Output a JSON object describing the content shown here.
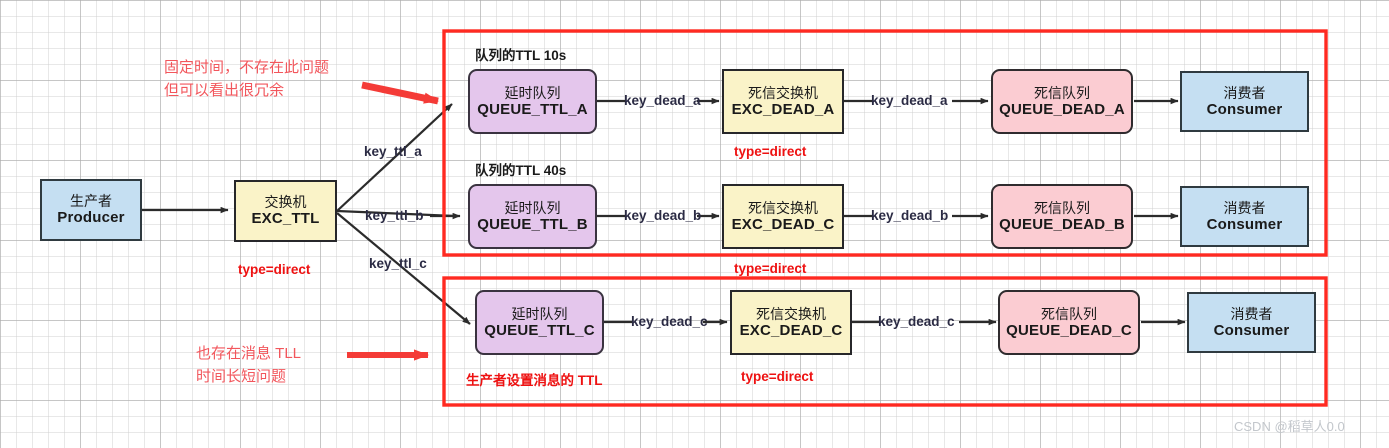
{
  "diagram": {
    "title": "RabbitMQ TTL delay queue + dead letter exchange topology",
    "watermark": "CSDN @稻草人0.0",
    "colors": {
      "producer_consumer": "#c5dff2",
      "exchange": "#faf3c8",
      "delay_queue": "#e4c6ec",
      "dead_queue": "#fbccd2",
      "group_border": "#ff2a21",
      "annotation": "#f2565c",
      "type_label": "#ee1111",
      "edge": "#2b2b2b"
    }
  },
  "producer": {
    "line1": "生产者",
    "line2": "Producer"
  },
  "ttl_exchange": {
    "line1": "交换机",
    "line2": "EXC_TTL",
    "type_label": "type=direct"
  },
  "routing_keys": {
    "ttl_a": "key_ttl_a",
    "ttl_b": "key_ttl_b",
    "ttl_c": "key_ttl_c"
  },
  "notes": {
    "top": "固定时间，不存在此问题\n但可以看出很冗余",
    "bottom": "也存在消息 TLL\n时间长短问题"
  },
  "rows": [
    {
      "ttl_caption": "队列的TTL 10s",
      "delay_queue": {
        "line1": "延时队列",
        "line2": "QUEUE_TTL_A"
      },
      "dead_key_1": "key_dead_a",
      "dead_exchange": {
        "line1": "死信交换机",
        "line2": "EXC_DEAD_A"
      },
      "dead_exchange_type": "type=direct",
      "dead_key_2": "key_dead_a",
      "dead_queue": {
        "line1": "死信队列",
        "line2": "QUEUE_DEAD_A"
      },
      "consumer": {
        "line1": "消费者",
        "line2": "Consumer"
      }
    },
    {
      "ttl_caption": "队列的TTL 40s",
      "delay_queue": {
        "line1": "延时队列",
        "line2": "QUEUE_TTL_B"
      },
      "dead_key_1": "key_dead_b",
      "dead_exchange": {
        "line1": "死信交换机",
        "line2": "EXC_DEAD_C"
      },
      "dead_exchange_type": "type=direct",
      "dead_key_2": "key_dead_b",
      "dead_queue": {
        "line1": "死信队列",
        "line2": "QUEUE_DEAD_B"
      },
      "consumer": {
        "line1": "消费者",
        "line2": "Consumer"
      }
    },
    {
      "ttl_caption": "",
      "producer_ttl_caption": "生产者设置消息的 TTL",
      "delay_queue": {
        "line1": "延时队列",
        "line2": "QUEUE_TTL_C"
      },
      "dead_key_1": "key_dead_c",
      "dead_exchange": {
        "line1": "死信交换机",
        "line2": "EXC_DEAD_C"
      },
      "dead_exchange_type": "type=direct",
      "dead_key_2": "key_dead_c",
      "dead_queue": {
        "line1": "死信队列",
        "line2": "QUEUE_DEAD_C"
      },
      "consumer": {
        "line1": "消费者",
        "line2": "Consumer"
      }
    }
  ]
}
